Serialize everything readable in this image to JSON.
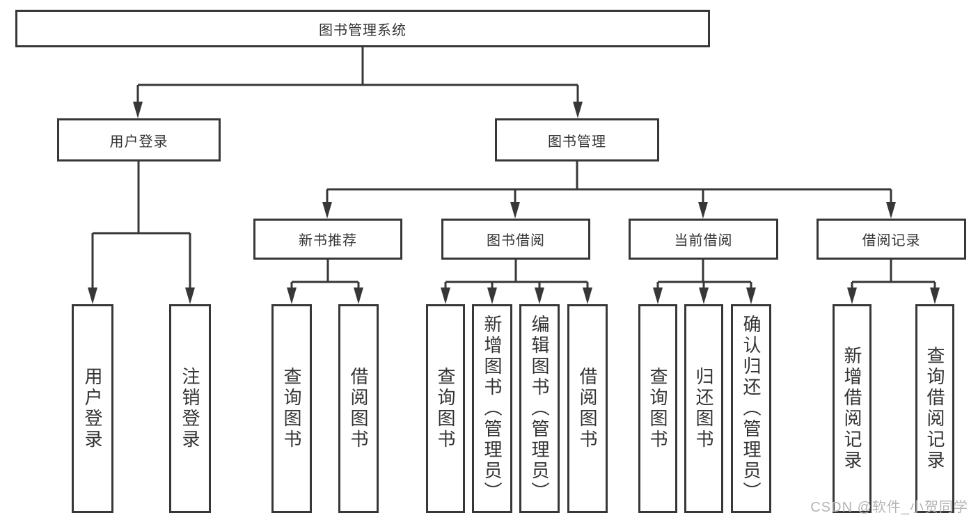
{
  "nodes": {
    "root": {
      "label": "图书管理系统"
    },
    "branches": [
      {
        "id": "user-login",
        "label": "用户登录"
      },
      {
        "id": "book-management",
        "label": "图书管理"
      }
    ],
    "modules": [
      {
        "id": "new-book-recommend",
        "label": "新书推荐"
      },
      {
        "id": "book-borrowing",
        "label": "图书借阅"
      },
      {
        "id": "current-borrowing",
        "label": "当前借阅"
      },
      {
        "id": "borrowing-records",
        "label": "借阅记录"
      }
    ],
    "leaves": [
      {
        "id": "user-login-action",
        "label": "用户登录"
      },
      {
        "id": "logout-action",
        "label": "注销登录"
      },
      {
        "id": "query-books-recommend",
        "label": "查询图书"
      },
      {
        "id": "borrow-books-recommend",
        "label": "借阅图书"
      },
      {
        "id": "query-books-borrow",
        "label": "查询图书"
      },
      {
        "id": "add-books-admin",
        "label": "新增图书（管理员）"
      },
      {
        "id": "edit-books-admin",
        "label": "编辑图书（管理员）"
      },
      {
        "id": "borrow-books-borrow",
        "label": "借阅图书"
      },
      {
        "id": "query-books-current",
        "label": "查询图书"
      },
      {
        "id": "return-books",
        "label": "归还图书"
      },
      {
        "id": "confirm-return-admin",
        "label": "确认归还（管理员）"
      },
      {
        "id": "add-borrow-record",
        "label": "新增借阅记录"
      },
      {
        "id": "query-borrow-record",
        "label": "查询借阅记录"
      }
    ]
  },
  "watermark": {
    "text": "CSDN @软件_小贺同学"
  },
  "colors": {
    "line": "#373737",
    "text": "#333333",
    "background": "#ffffff",
    "watermark": "#b5b5b5"
  }
}
